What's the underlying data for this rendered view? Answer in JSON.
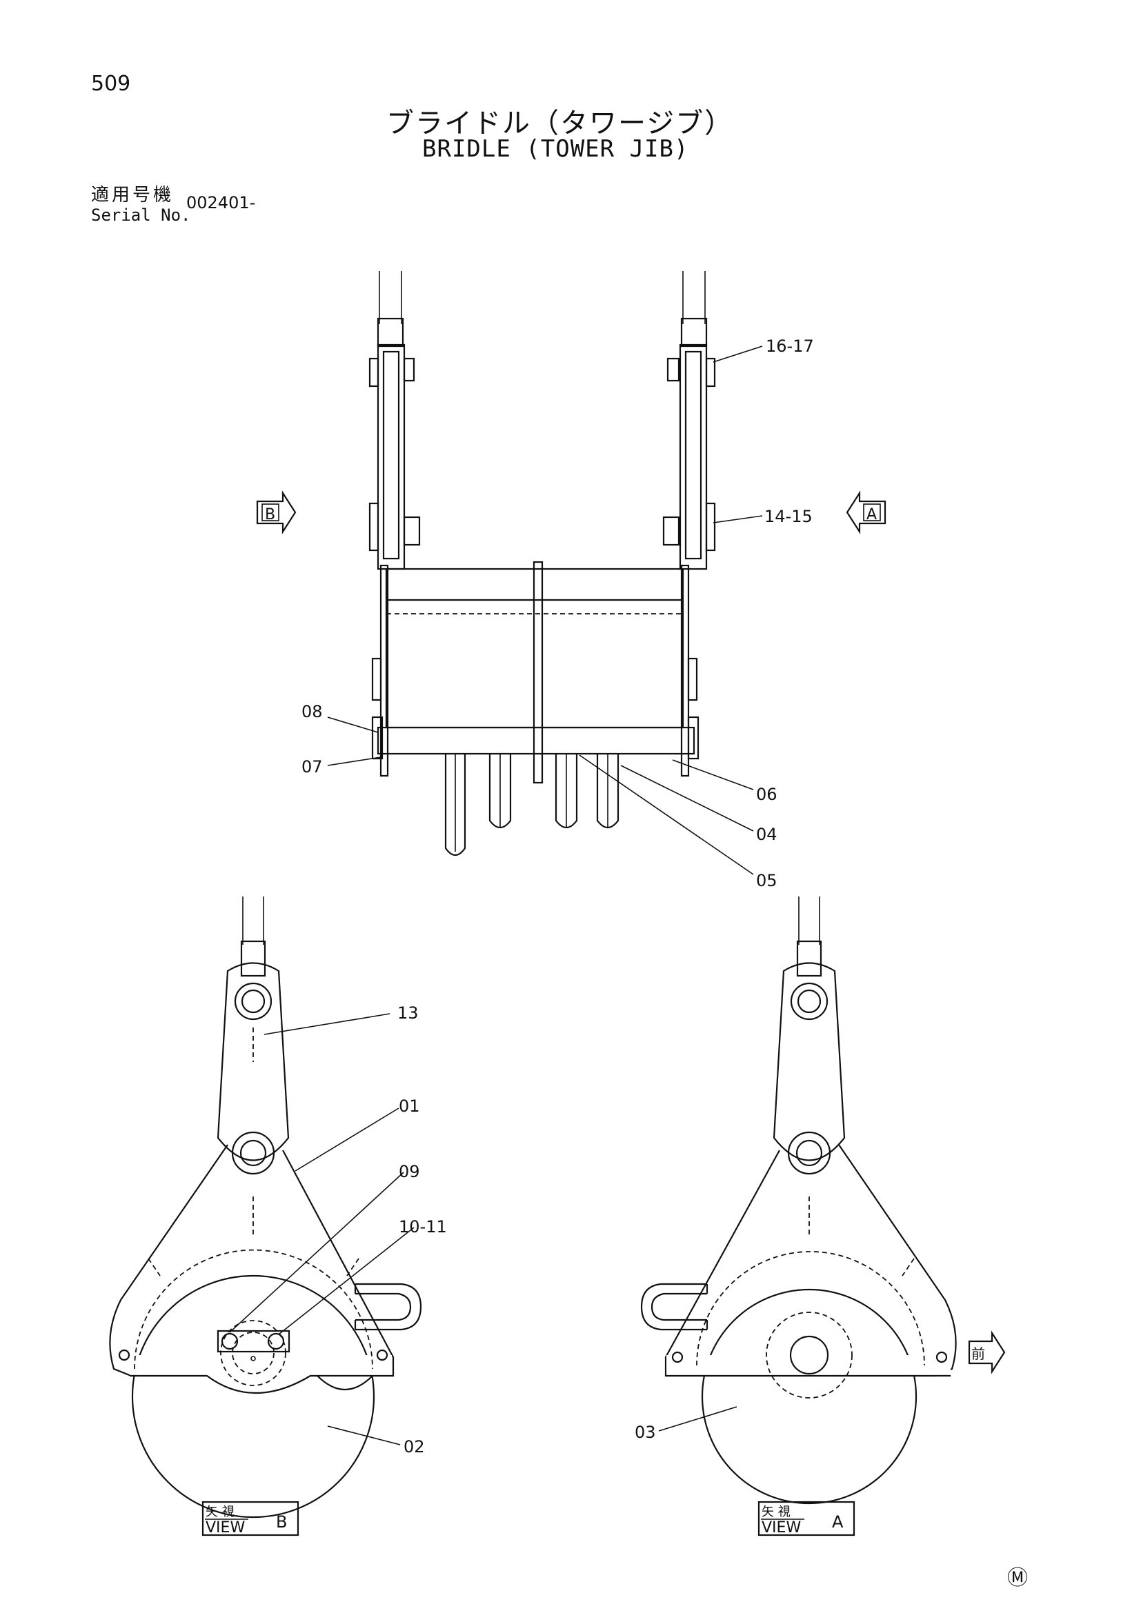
{
  "page_number": "509",
  "title_jp": "ブライドル（タワージブ）",
  "title_en": "BRIDLE (TOWER JIB)",
  "serial": {
    "label_jp": "適用号機",
    "label_en": "Serial No.",
    "value": "002401-"
  },
  "part_labels": {
    "p16_17": "16-17",
    "p14_15": "14-15",
    "p08": "08",
    "p07": "07",
    "p06": "06",
    "p04": "04",
    "p05": "05",
    "p13": "13",
    "p01": "01",
    "p09": "09",
    "p10_11": "10-11",
    "p02": "02",
    "p03": "03"
  },
  "view_markers": {
    "b": "B",
    "a": "A",
    "front": "前"
  },
  "view_captions": {
    "b": {
      "jp": "矢 視",
      "en": "VIEW",
      "letter": "B"
    },
    "a": {
      "jp": "矢 視",
      "en": "VIEW",
      "letter": "A"
    }
  },
  "corner_mark": "Ⓜ"
}
